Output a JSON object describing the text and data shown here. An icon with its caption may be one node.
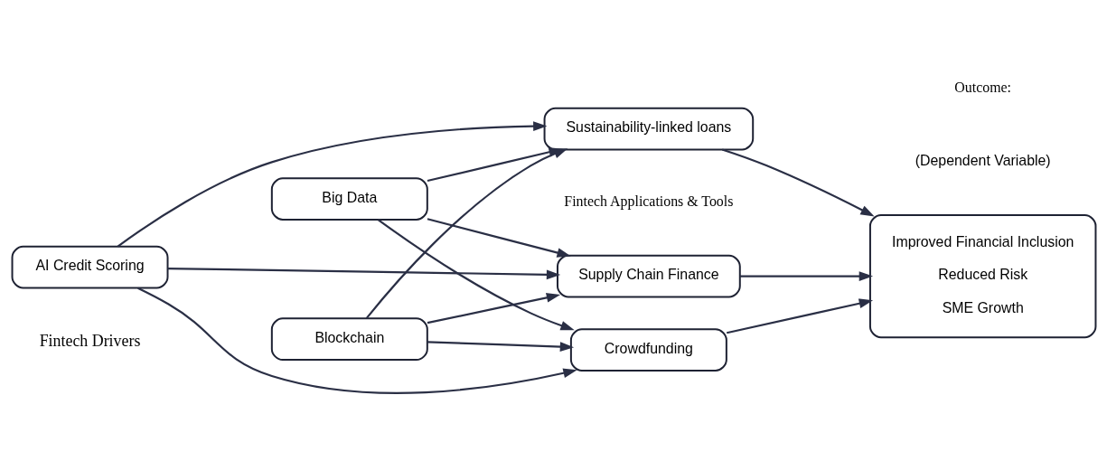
{
  "diagram": {
    "nodes": [
      {
        "text": [
          "AI Credit Scoring"
        ]
      },
      {
        "text": [
          "Blockchain"
        ]
      },
      {
        "text": [
          "Big Data"
        ]
      },
      {
        "text": [
          "Crowdfunding"
        ]
      },
      {
        "text": [
          "Supply Chain Finance"
        ]
      },
      {
        "text": [
          "Sustainability-linked loans"
        ]
      },
      {
        "text": [
          "Improved Financial Inclusion",
          "Reduced Risk",
          "SME Growth"
        ]
      }
    ],
    "edges": [
      {
        "from": 0,
        "to": 3,
        "arrow": "to"
      },
      {
        "from": 0,
        "to": 4,
        "arrow": "to"
      },
      {
        "from": 0,
        "to": 5,
        "arrow": "to"
      },
      {
        "from": 1,
        "to": 3,
        "arrow": "to"
      },
      {
        "from": 1,
        "to": 4,
        "arrow": "to"
      },
      {
        "from": 1,
        "to": 5,
        "arrow": "to"
      },
      {
        "from": 2,
        "to": 3,
        "arrow": "to"
      },
      {
        "from": 2,
        "to": 4,
        "arrow": "to"
      },
      {
        "from": 2,
        "to": 5,
        "arrow": "to"
      },
      {
        "from": 3,
        "to": 6,
        "arrow": "to"
      },
      {
        "from": 4,
        "to": 6,
        "arrow": "to"
      },
      {
        "from": 5,
        "to": 6,
        "arrow": "to"
      }
    ],
    "labels": [
      "Fintech Drivers",
      "Outcome:",
      "(Dependent Variable)",
      "Fintech Applications & Tools"
    ]
  }
}
